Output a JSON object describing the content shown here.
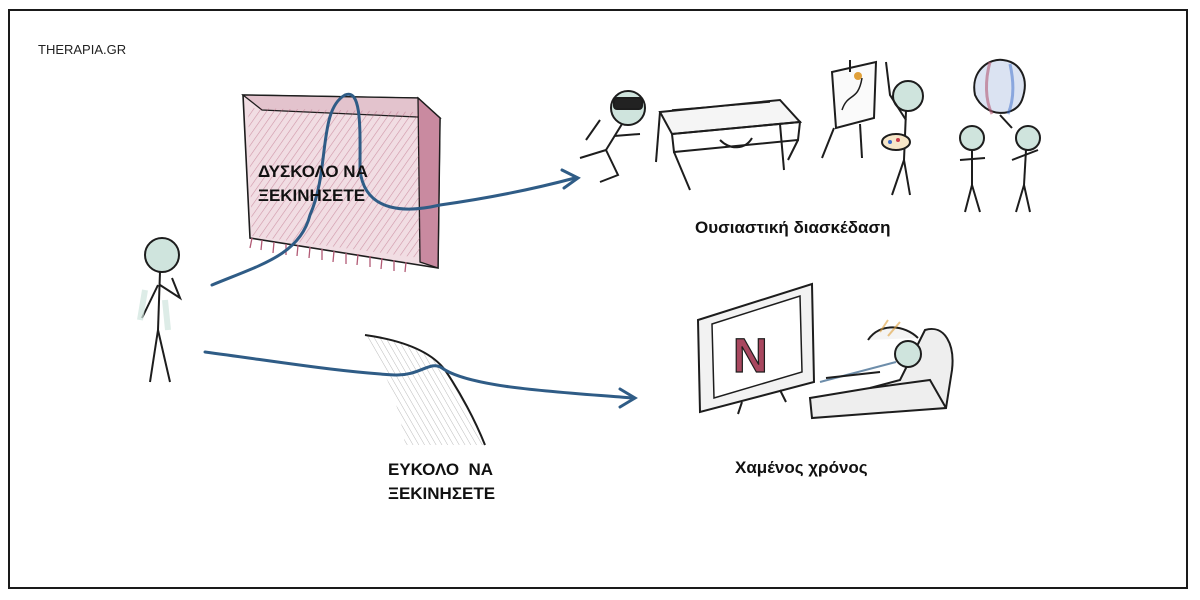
{
  "brand": "THERAPIA.GR",
  "hard_path": {
    "line1": "ΔΥΣΚΟΛΟ ΝΑ",
    "line2": "ΞΕΚΙΝΗΣΕΤΕ",
    "color": "#b25a75"
  },
  "easy_path": {
    "line1": "ΕΥΚΟΛΟ  ΝΑ",
    "line2": "ΞΕΚΙΝΗΣΕΤΕ"
  },
  "outcomes": {
    "meaningful_fun": "Ουσιαστική διασκέδαση",
    "lost_time": "Χαμένος χρόνος"
  },
  "tv_logo": "N",
  "colors": {
    "path_line": "#2f5c86",
    "figure_fill": "#cfe4dd",
    "stroke": "#1d1d1d",
    "wall": "#e8c8d2",
    "logo": "#a8475f"
  }
}
